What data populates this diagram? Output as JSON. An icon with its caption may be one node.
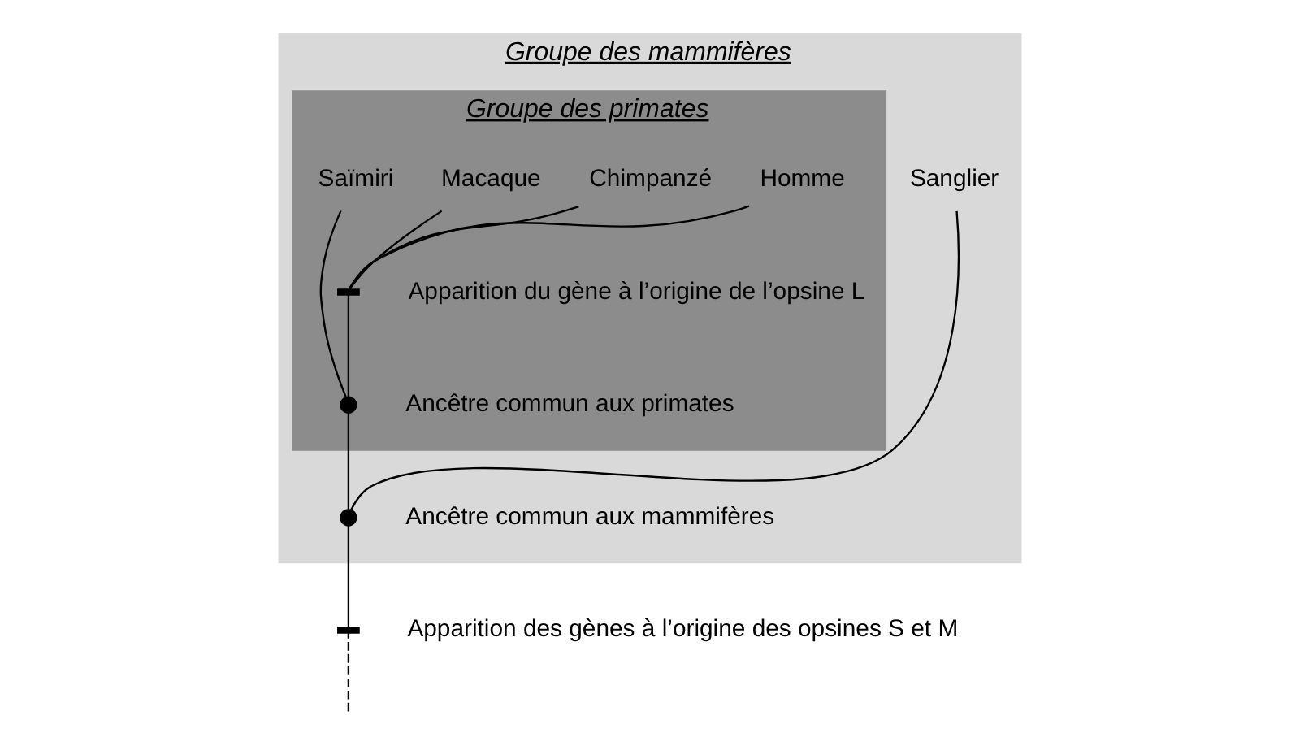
{
  "diagram": {
    "nodes": [
      {
        "text": [
          "Groupe des mammifères"
        ]
      },
      {
        "text": [
          "Groupe des primates"
        ],
        "in": 0
      },
      {
        "text": [
          "Sanglier"
        ],
        "in": 0
      },
      {
        "text": [
          "Saïmiri"
        ],
        "in": 1
      },
      {
        "text": [
          "Macaque"
        ],
        "in": 1
      },
      {
        "text": [
          "Chimpanzé"
        ],
        "in": 1
      },
      {
        "text": [
          "Homme"
        ],
        "in": 1
      },
      {
        "text": [],
        "shape": "bar",
        "beside": [
          "Apparition du gène à l’origine de l’opsine L"
        ],
        "in": 1
      },
      {
        "text": [],
        "shape": "circle",
        "beside": [
          "Ancêtre commun aux primates"
        ],
        "in": 1
      },
      {
        "text": [],
        "shape": "circle",
        "beside": [
          "Ancêtre commun aux mammifères"
        ],
        "in": 0
      },
      {
        "text": [],
        "shape": "bar",
        "beside": [
          "Apparition des gènes à l’origine des opsines S et M"
        ]
      }
    ],
    "edges": [
      {
        "from": null,
        "to": 10,
        "arrow": "none",
        "style": "dashed"
      },
      {
        "from": 10,
        "to": 9,
        "arrow": "none"
      },
      {
        "from": 9,
        "to": 2,
        "arrow": "none"
      },
      {
        "from": 9,
        "to": 8,
        "arrow": "none"
      },
      {
        "from": 8,
        "to": 3,
        "arrow": "none"
      },
      {
        "from": 8,
        "to": 7,
        "arrow": "none"
      },
      {
        "from": 7,
        "to": 4,
        "arrow": "none"
      },
      {
        "from": 7,
        "to": 5,
        "arrow": "none"
      },
      {
        "from": 7,
        "to": 6,
        "arrow": "none"
      }
    ]
  }
}
